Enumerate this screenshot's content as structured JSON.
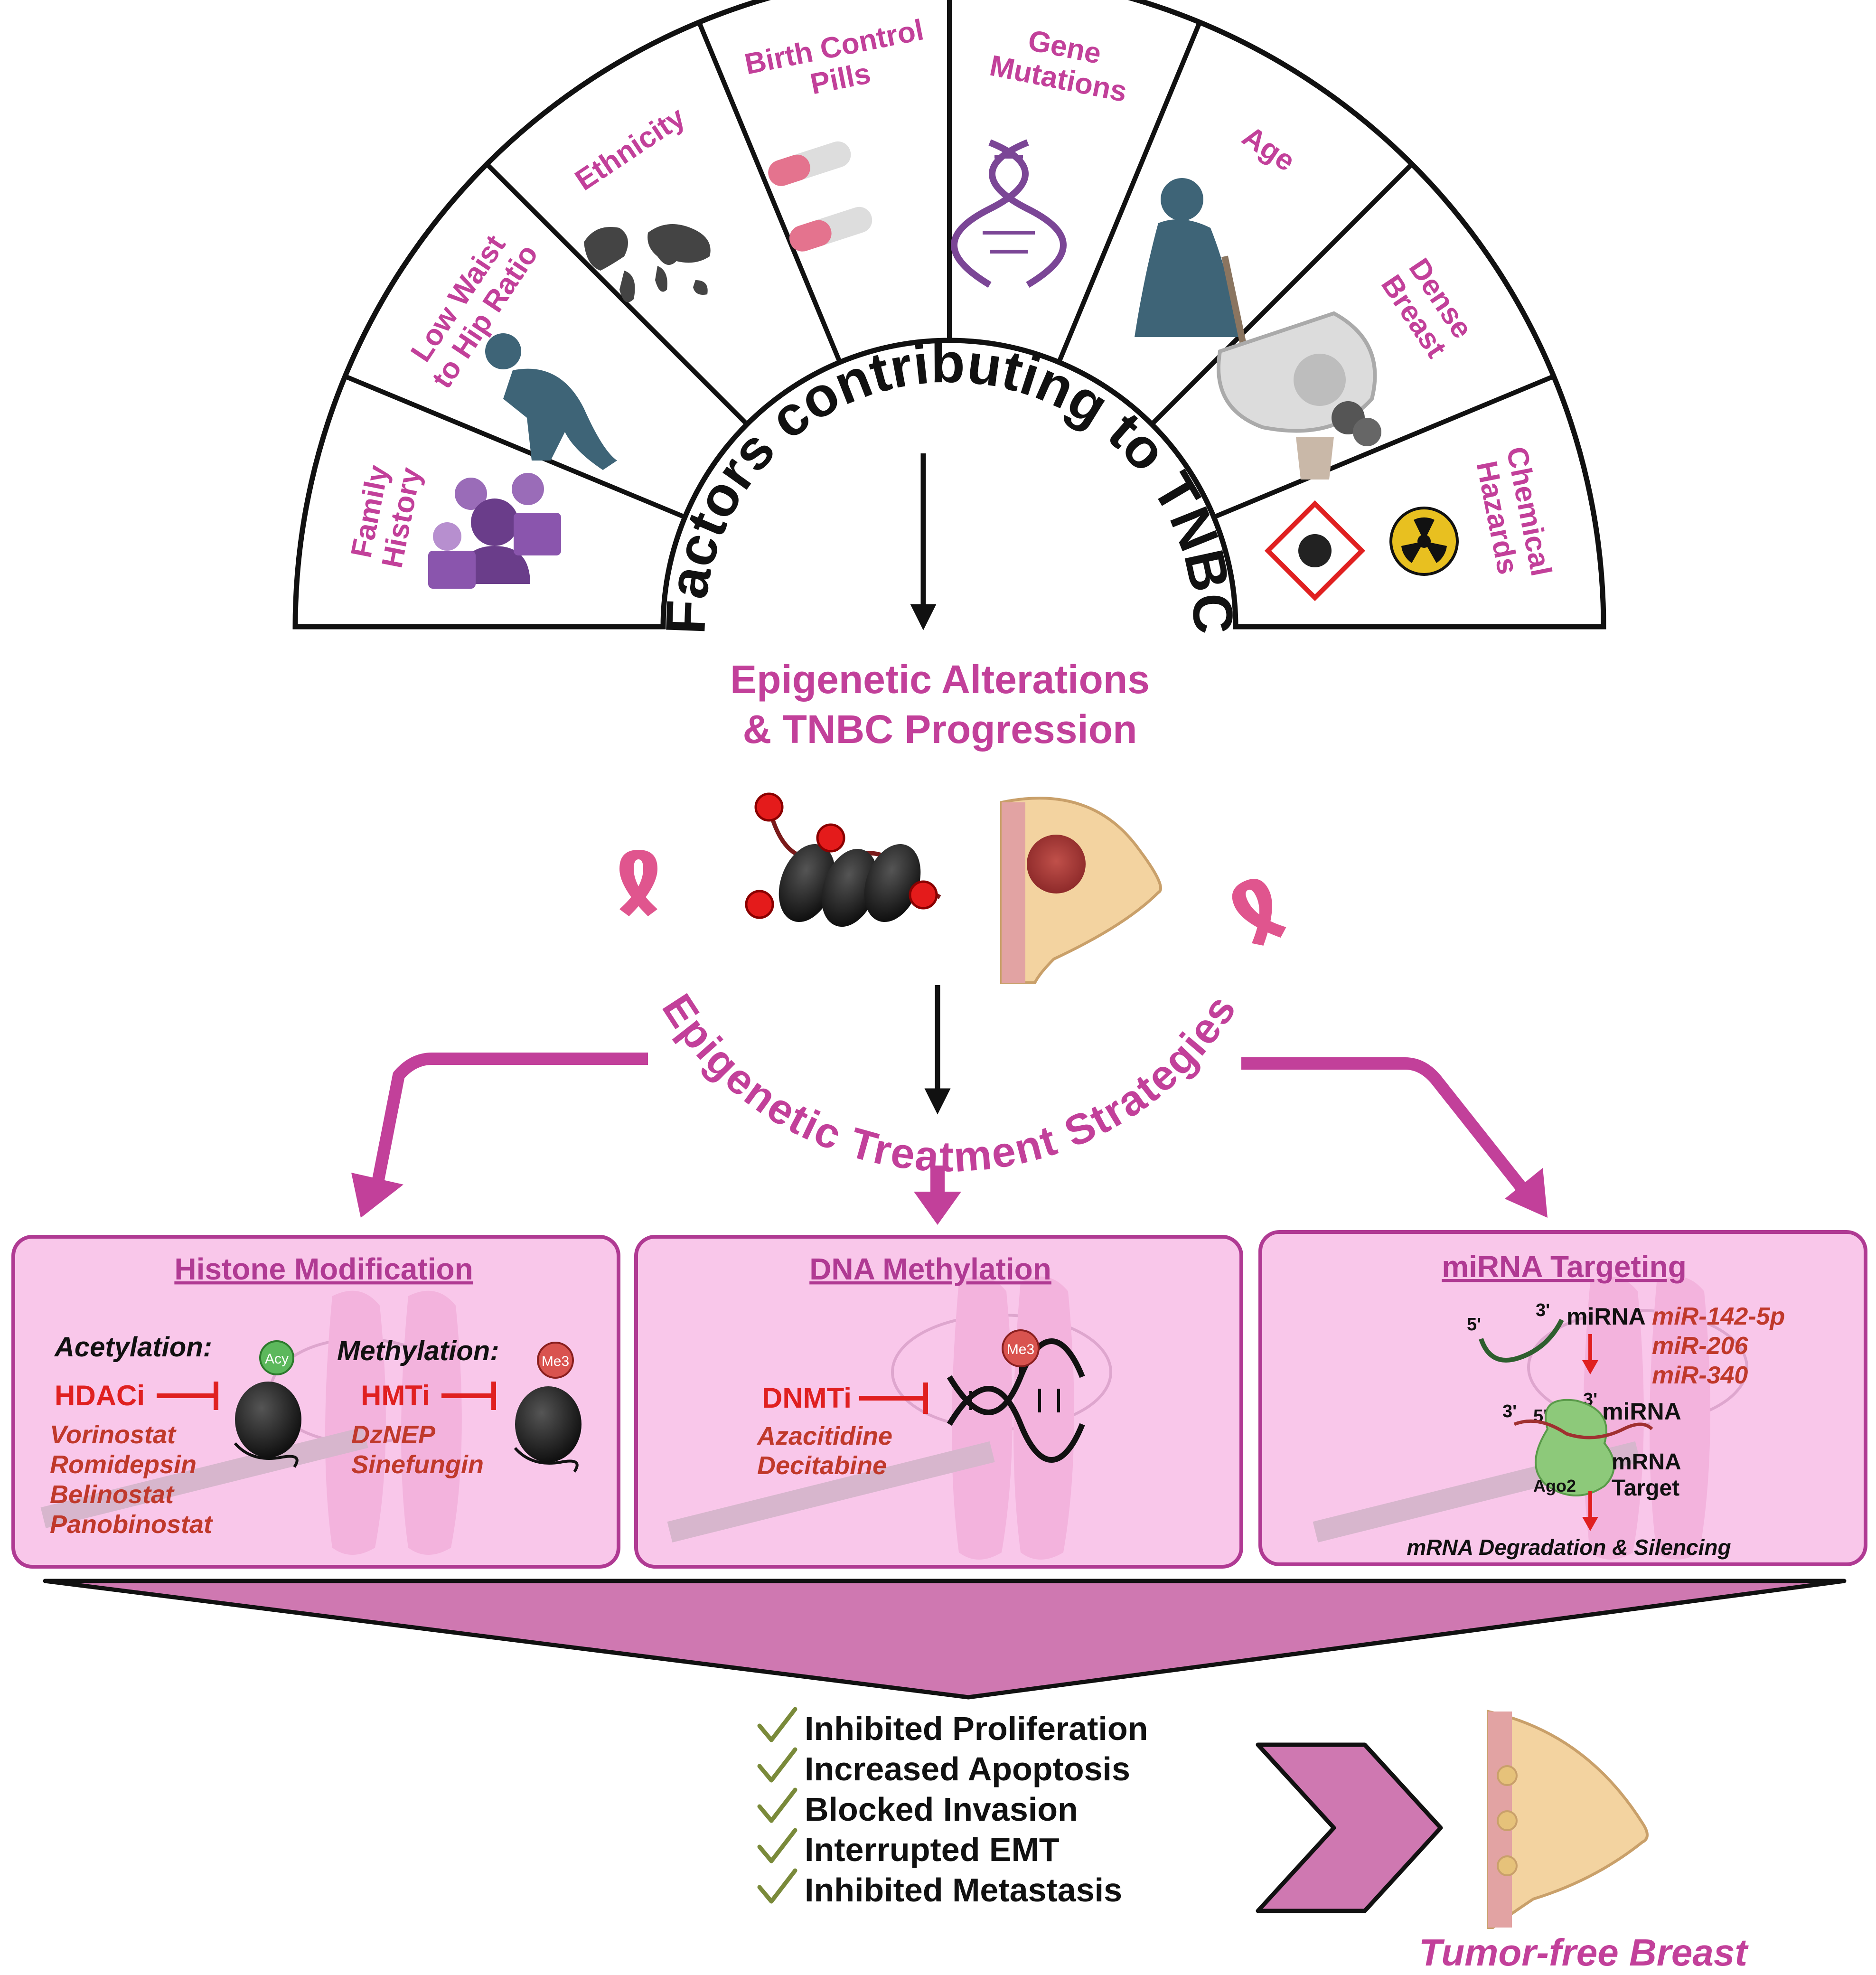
{
  "colors": {
    "magenta": "#c2409a",
    "red": "#e02020",
    "dark_red": "#c0392b",
    "panel_fill": "#f9c7ea",
    "panel_stroke": "#b03a93",
    "funnel": "#cf78b1",
    "check": "#7a8a3a",
    "icon_teal": "#3e6477",
    "icon_purple": "#7b4696"
  },
  "fan": {
    "center_title": "Factors contributing to TNBC",
    "segments": [
      {
        "lines": [
          "Family",
          "History"
        ],
        "icon": "family-history-icon"
      },
      {
        "lines": [
          "Low Waist",
          "to Hip Ratio"
        ],
        "icon": "body-figure-icon"
      },
      {
        "lines": [
          "Ethnicity"
        ],
        "icon": "world-map-icon"
      },
      {
        "lines": [
          "Birth Control",
          "Pills"
        ],
        "icon": "pills-icon"
      },
      {
        "lines": [
          "Gene",
          "Mutations"
        ],
        "icon": "dna-icon"
      },
      {
        "lines": [
          "Age"
        ],
        "icon": "elderly-woman-icon"
      },
      {
        "lines": [
          "Dense",
          "Breast"
        ],
        "icon": "breast-mammogram-icon"
      },
      {
        "lines": [
          "Chemical",
          "Hazards"
        ],
        "icon": "chemical-hazards-icon"
      }
    ]
  },
  "progression": {
    "title_line1": "Epigenetic Alterations",
    "title_line2": "& TNBC Progression"
  },
  "strategies_title": "Epigenetic Treatment Strategies",
  "panels": {
    "histone": {
      "title": "Histone Modification",
      "acetylation_label": "Acetylation:",
      "methylation_label": "Methylation:",
      "acy_badge": "Acy",
      "me3_badge": "Me3",
      "hdaci": "HDACi",
      "hmti": "HMTi",
      "hdac_drugs": [
        "Vorinostat",
        "Romidepsin",
        "Belinostat",
        "Panobinostat"
      ],
      "hmt_drugs": [
        "DzNEP",
        "Sinefungin"
      ]
    },
    "dna": {
      "title": "DNA Methylation",
      "me3_badge": "Me3",
      "dnmti": "DNMTi",
      "drugs": [
        "Azacitidine",
        "Decitabine"
      ]
    },
    "mirna": {
      "title": "miRNA Targeting",
      "five_prime": "5'",
      "three_prime": "3'",
      "mirna_label": "miRNA",
      "mirnas": [
        "miR-142-5p",
        "miR-206",
        "miR-340"
      ],
      "ago2": "Ago2",
      "mrna_label": "mRNA",
      "target_label": "Target",
      "outcome": "mRNA Degradation & Silencing"
    }
  },
  "outcomes": [
    "Inhibited Proliferation",
    "Increased Apoptosis",
    "Blocked Invasion",
    "Interrupted EMT",
    "Inhibited Metastasis"
  ],
  "result_label": "Tumor-free Breast"
}
